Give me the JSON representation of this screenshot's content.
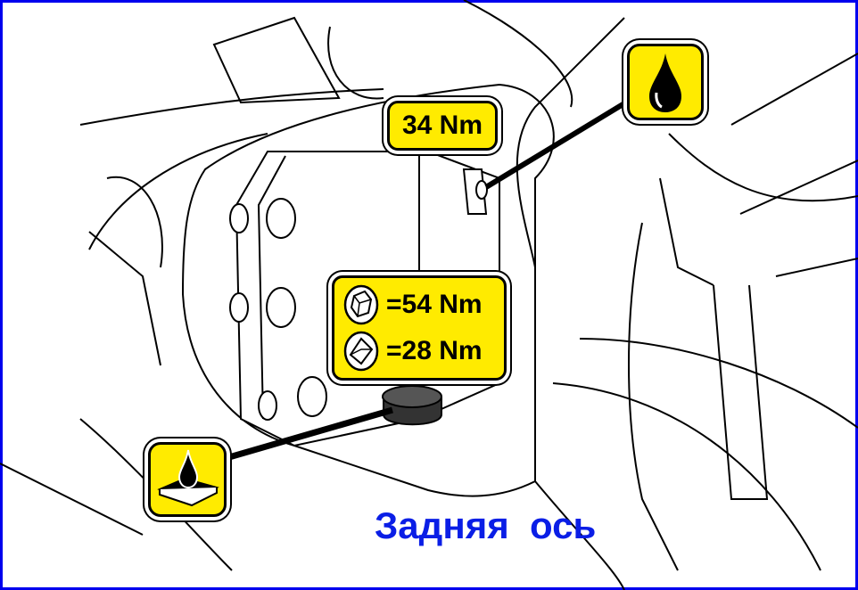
{
  "labels": {
    "upper_torque": "34 Nm",
    "hex_bolt_torque": "=54 Nm",
    "socket_bolt_torque": "=28 Nm"
  },
  "caption": "Задняя  ось",
  "icons": [
    "oil-fill-icon",
    "oil-drain-icon",
    "hex-bolt-icon",
    "socket-bolt-icon"
  ],
  "colors": {
    "label_bg": "#ffeb00",
    "caption": "#0a1ee6",
    "frame": "#0000ee"
  }
}
